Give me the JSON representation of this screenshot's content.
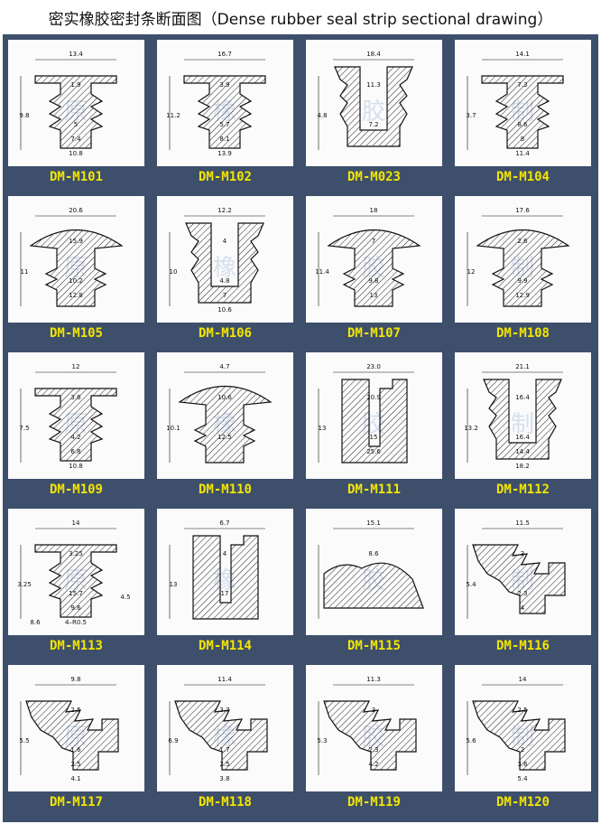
{
  "title": "密实橡胶密封条断面图（Dense rubber seal strip sectional drawing）",
  "watermark": [
    "百",
    "原",
    "橡",
    "胶",
    "制",
    "品"
  ],
  "colors": {
    "frame": "#3d4f6b",
    "label": "#f3e600",
    "panel": "#fbfbfb",
    "watermark": "#c9d6ea"
  },
  "items": [
    {
      "code": "DM-M101",
      "dims": [
        "13.4",
        "1.9",
        "9.8",
        "5",
        "7.4",
        "10.8"
      ]
    },
    {
      "code": "DM-M102",
      "dims": [
        "16.7",
        "3.9",
        "11.2",
        "5.7",
        "8.1",
        "13.9"
      ]
    },
    {
      "code": "DM-M023",
      "dims": [
        "18.4",
        "11.3",
        "4.8",
        "7.2"
      ]
    },
    {
      "code": "DM-M104",
      "dims": [
        "14.1",
        "7.3",
        "3.7",
        "8.6",
        "8",
        "11.4"
      ]
    },
    {
      "code": "DM-M105",
      "dims": [
        "20.6",
        "15.9",
        "11",
        "10.2",
        "12.8"
      ]
    },
    {
      "code": "DM-M106",
      "dims": [
        "12.2",
        "4",
        "10",
        "4.8",
        "7",
        "10.6"
      ]
    },
    {
      "code": "DM-M107",
      "dims": [
        "18",
        "7",
        "11.4",
        "9.8",
        "13"
      ]
    },
    {
      "code": "DM-M108",
      "dims": [
        "17.6",
        "2.6",
        "12",
        "9.9",
        "12.9"
      ]
    },
    {
      "code": "DM-M109",
      "dims": [
        "12",
        "3.6",
        "7.5",
        "4.2",
        "6.8",
        "10.8"
      ]
    },
    {
      "code": "DM-M110",
      "dims": [
        "4.7",
        "10.6",
        "10.1",
        "12.5"
      ]
    },
    {
      "code": "DM-M111",
      "dims": [
        "23.0",
        "20.9",
        "13",
        "15",
        "25.6"
      ]
    },
    {
      "code": "DM-M112",
      "dims": [
        "21.1",
        "16.4",
        "13.2",
        "16.4",
        "14.4",
        "18.2"
      ]
    },
    {
      "code": "DM-M113",
      "dims": [
        "14",
        "3.25",
        "3.25",
        "15.7",
        "9.6",
        "4–R0.5",
        "4.5",
        "8.6"
      ]
    },
    {
      "code": "DM-M114",
      "dims": [
        "6.7",
        "4",
        "13",
        "17"
      ]
    },
    {
      "code": "DM-M115",
      "dims": [
        "15.1",
        "8.6"
      ]
    },
    {
      "code": "DM-M116",
      "dims": [
        "11.5",
        "3",
        "5.4",
        "2.3",
        "4"
      ]
    },
    {
      "code": "DM-M117",
      "dims": [
        "9.8",
        "2.5",
        "5.5",
        "1.6",
        "2.5",
        "4.1"
      ]
    },
    {
      "code": "DM-M118",
      "dims": [
        "11.4",
        "3.7",
        "6.9",
        "1.7",
        "2.5",
        "3.8"
      ]
    },
    {
      "code": "DM-M119",
      "dims": [
        "11.3",
        "3",
        "5.3",
        "2.3",
        "4.2"
      ]
    },
    {
      "code": "DM-M120",
      "dims": [
        "14",
        "2.5",
        "5.6",
        "2",
        "3.6",
        "5.4"
      ]
    }
  ]
}
